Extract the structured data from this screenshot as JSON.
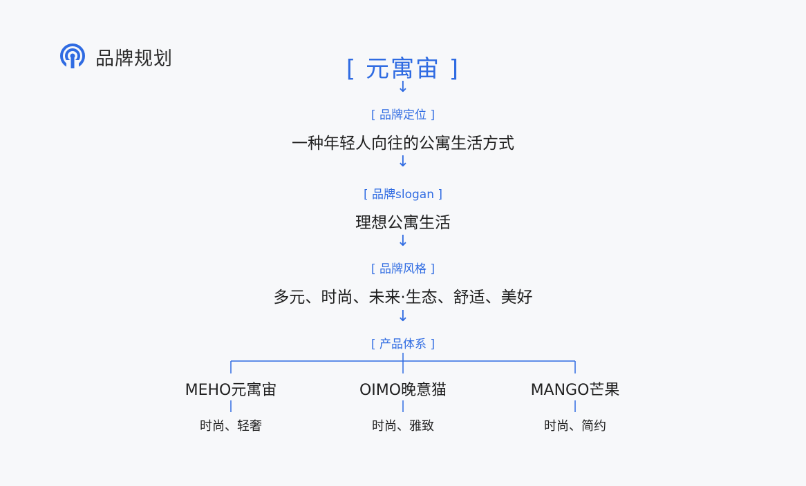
{
  "header": {
    "title": "品牌规划",
    "icon": "broadcast-icon",
    "accent": "#2f6be2"
  },
  "brand": {
    "name": "[ 元寓宙 ]"
  },
  "arrow": "↓",
  "sections": [
    {
      "label": "[ 品牌定位 ]",
      "value": "一种年轻人向往的公寓生活方式"
    },
    {
      "label": "[ 品牌slogan ]",
      "value": "理想公寓生活"
    },
    {
      "label": "[ 品牌风格 ]",
      "value": "多元、时尚、未来·生态、舒适、美好"
    }
  ],
  "product_system": {
    "label": "[ 产品体系 ]",
    "products": [
      {
        "name": "MEHO元寓宙",
        "desc": "时尚、轻奢"
      },
      {
        "name": "OIMO晚意猫",
        "desc": "时尚、雅致"
      },
      {
        "name": "MANGO芒果",
        "desc": "时尚、简约"
      }
    ]
  }
}
